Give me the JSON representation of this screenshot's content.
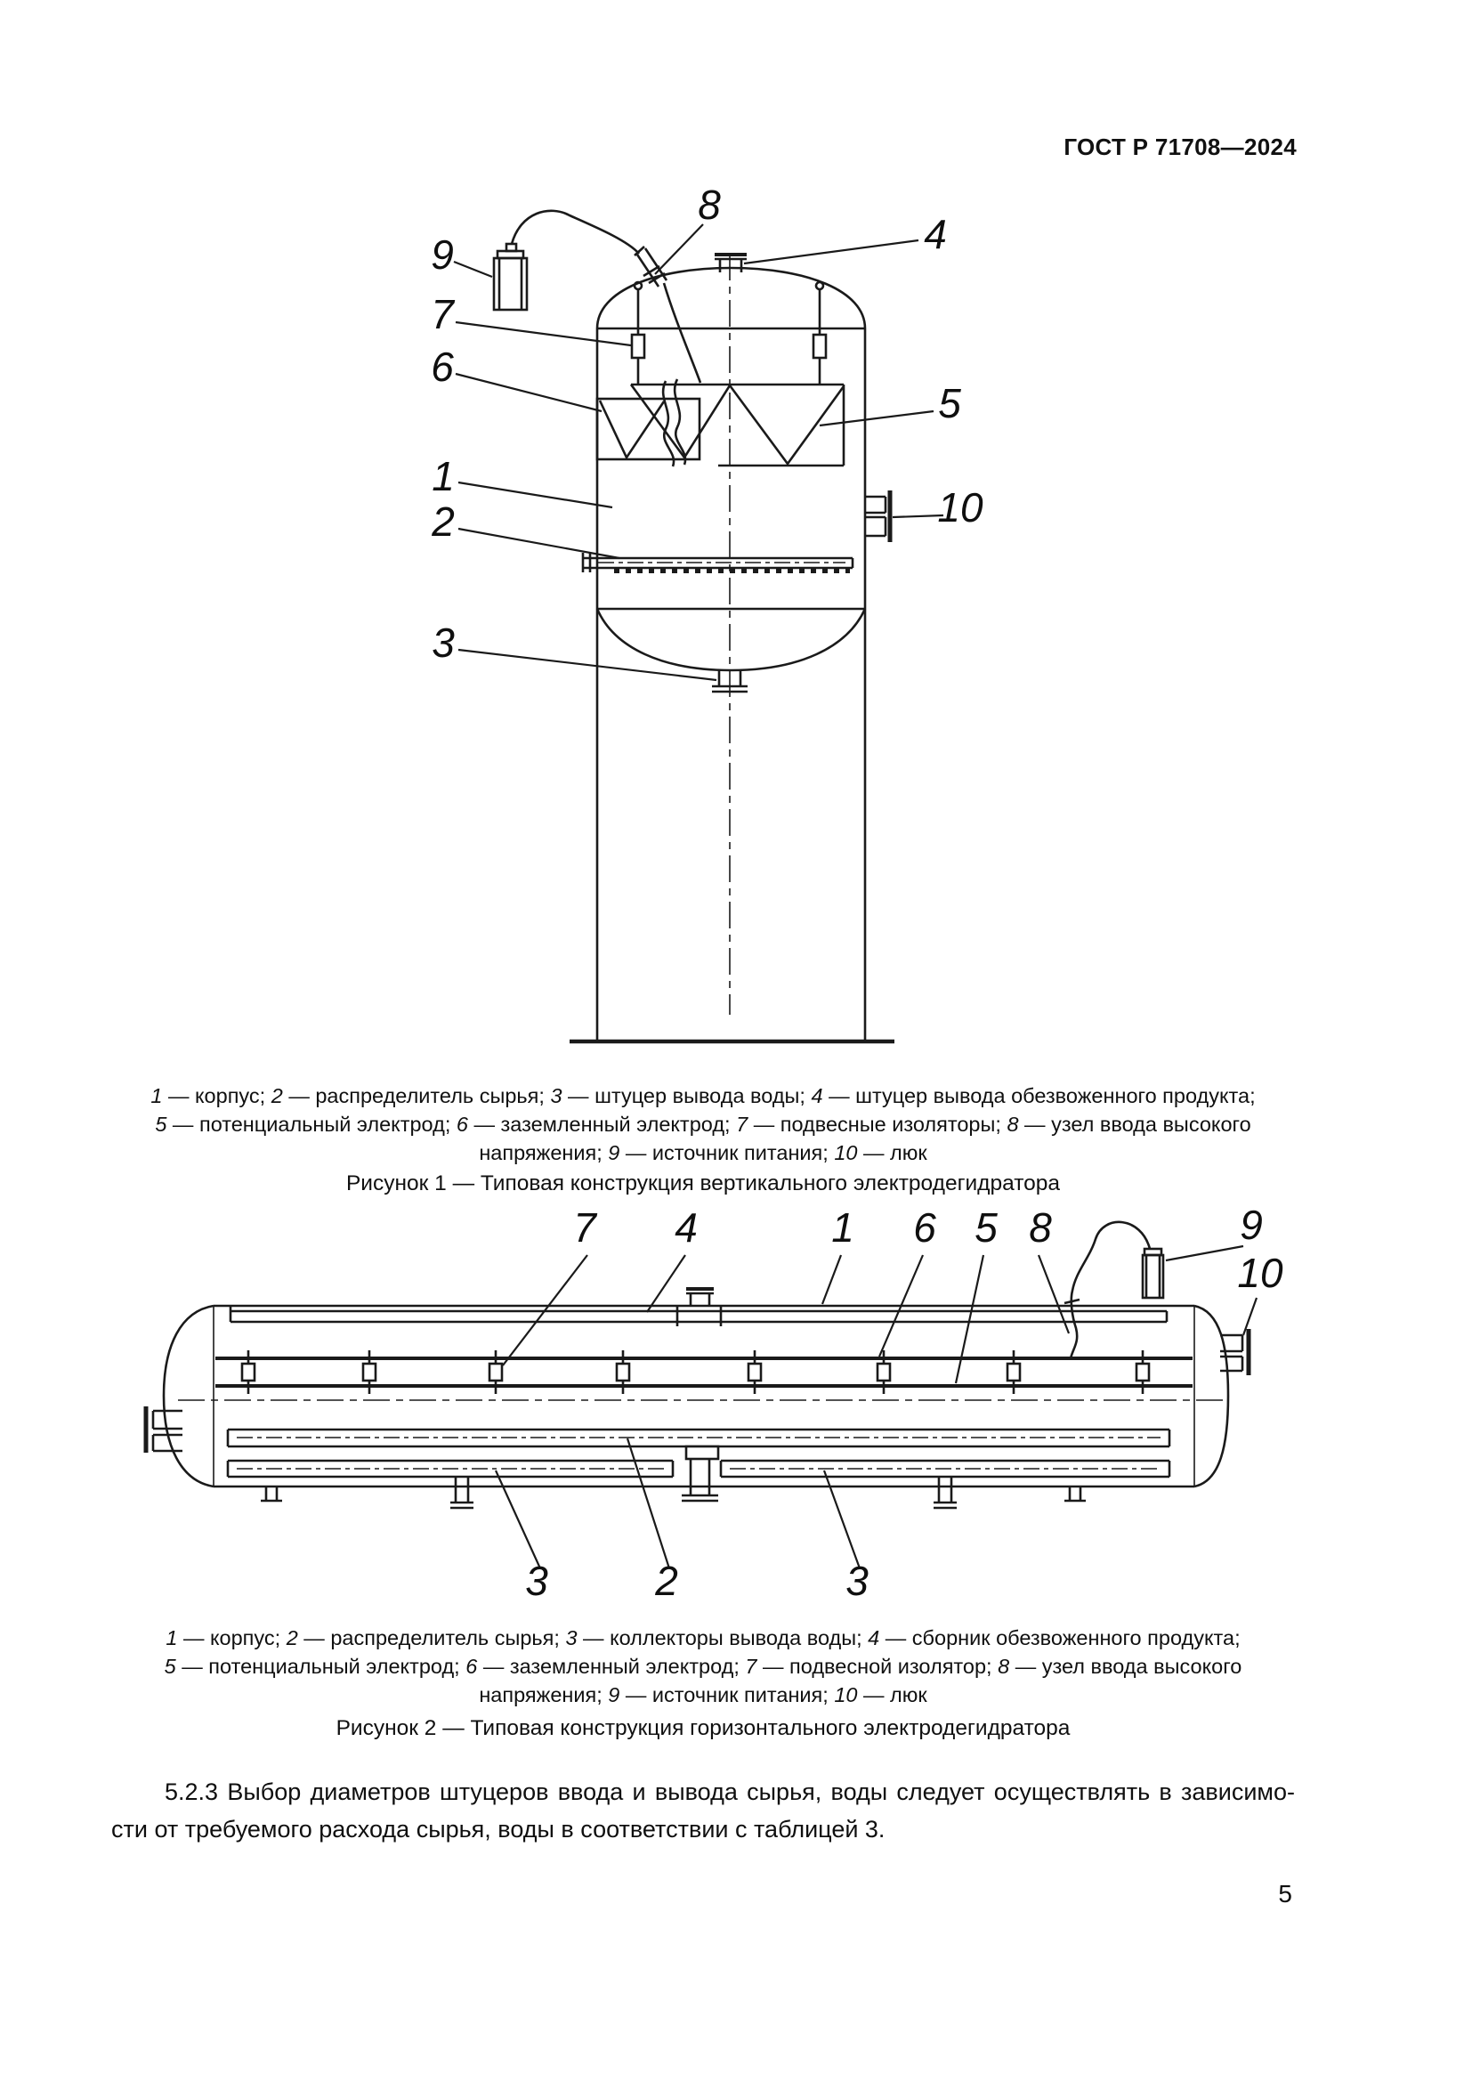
{
  "page": {
    "header": "ГОСТ Р 71708—2024",
    "page_number": "5"
  },
  "figure1": {
    "caption_lines": [
      "1 — корпус; 2 — распределитель сырья; 3 — штуцер вывода воды; 4 — штуцер вывода обезвоженного продукта;",
      "5 — потенциальный электрод; 6 — заземленный электрод; 7 — подвесные изоляторы; 8 — узел ввода высокого",
      "напряжения; 9 — источник питания; 10 — люк"
    ],
    "title": "Рисунок 1 — Типовая конструкция вертикального электродегидратора",
    "labels": {
      "body": "1",
      "distributor": "2",
      "water_outlet": "3",
      "product_outlet": "4",
      "potential_electrode": "5",
      "grounded_electrode": "6",
      "insulator": "7",
      "hv_entry": "8",
      "power_source": "9",
      "manhole": "10"
    }
  },
  "figure2": {
    "caption_lines": [
      "1 — корпус; 2 — распределитель сырья; 3 — коллекторы вывода воды; 4 — сборник обезвоженного продукта;",
      "5 — потенциальный электрод; 6 — заземленный электрод; 7 — подвесной изолятор; 8 — узел ввода высокого",
      "напряжения; 9 — источник питания; 10 — люк"
    ],
    "title": "Рисунок 2 — Типовая конструкция горизонтального электродегидратора",
    "labels": {
      "body": "1",
      "distributor": "2",
      "water_collector_left": "3",
      "water_collector_right": "3",
      "product_collector": "4",
      "potential_electrode": "5",
      "grounded_electrode": "6",
      "insulator": "7",
      "hv_entry": "8",
      "power_source": "9",
      "manhole": "10"
    }
  },
  "paragraph": {
    "lines": [
      "5.2.3 Выбор диаметров штуцеров ввода и вывода сырья, воды следует осуществлять в зависимо-",
      "сти от требуемого расхода сырья, воды в соответствии с таблицей 3."
    ]
  }
}
